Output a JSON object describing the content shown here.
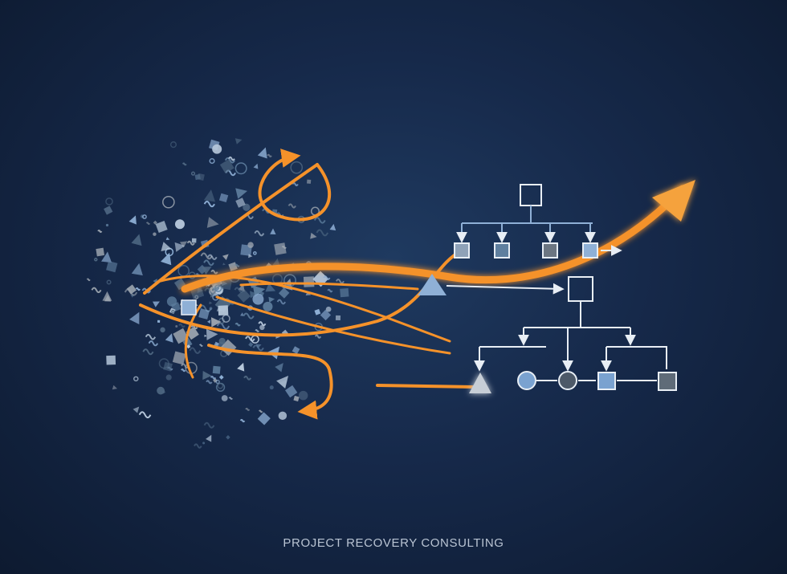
{
  "caption": "PROJECT RECOVERY CONSULTING",
  "colors": {
    "background": "#16294a",
    "accent_orange": "#f5922a",
    "fragment_light": "#8fb0d6",
    "fragment_mid": "#5f7f9f",
    "fragment_dark": "#9aa3ae",
    "diagram_line": "#e8eef5"
  },
  "illustration": {
    "left": "chaotic scatter of geometric fragments",
    "center": "orange arrows untangling from the chaos",
    "right": "organized hierarchical flow diagram with upward orange arrow"
  }
}
